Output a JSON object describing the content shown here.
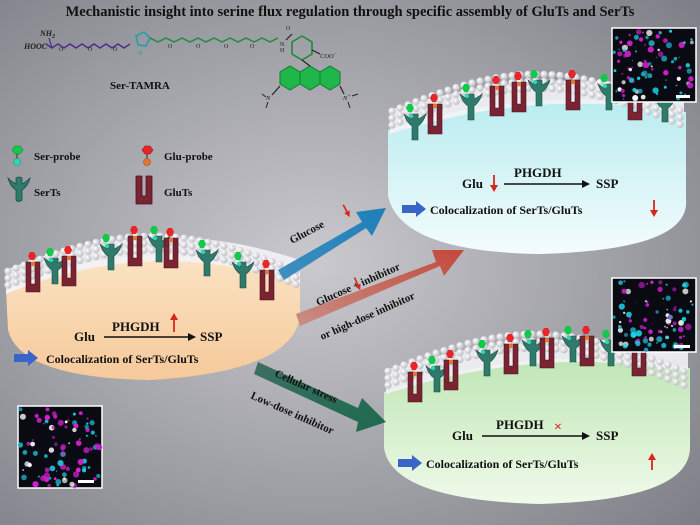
{
  "title": "Mechanistic insight into serine flux regulation through specific assembly of GluTs and SerTs",
  "structure": {
    "label": "Ser-TAMRA",
    "hooc": "HOOC",
    "nh2": "NH2",
    "nh2_main": "NH",
    "nh2_sub": "2",
    "coo": "COO",
    "coo_charge": "−",
    "n": "N",
    "h": "H",
    "o": "O",
    "n_plus": "N",
    "plus": "+"
  },
  "legend": {
    "ser_probe": "Ser-probe",
    "glu_probe": "Glu-probe",
    "serts": "SerTs",
    "gluts": "GluTs"
  },
  "left_cell": {
    "glu": "Glu",
    "enzyme": "PHGDH",
    "ssp": "SSP",
    "coloc": "Colocalization of SerTs/GluTs",
    "enzyme_state": "up"
  },
  "top_right_cell": {
    "glu": "Glu",
    "enzyme": "PHGDH",
    "ssp": "SSP",
    "coloc": "Colocalization of SerTs/GluTs",
    "glu_state": "down",
    "coloc_state": "down"
  },
  "bottom_right_cell": {
    "glu": "Glu",
    "enzyme": "PHGDH",
    "ssp": "SSP",
    "coloc": "Colocalization of SerTs/GluTs",
    "enzyme_state": "blocked",
    "blocked_mark": "×",
    "coloc_state": "up"
  },
  "arrows": {
    "a1_word": "Glucose",
    "a2_word": "Glucose",
    "a2_suffix": " + inhibitor",
    "a2_line2": "or high-dose inhibitor",
    "a3_label": "Cellular stress",
    "a3_label2": "Low-dose inhibitor"
  },
  "colors": {
    "background": "#8c8c94",
    "arrow_blue": "#2b86b8",
    "arrow_red": "#c4574a",
    "arrow_green": "#1f6b52",
    "coloc_arrow": "#3b64c8",
    "indicator_red": "#d8261c",
    "gluts": "#7a2333",
    "serts": "#2f7a6a",
    "probe_green": "#14c94a",
    "probe_red": "#e8262a"
  }
}
